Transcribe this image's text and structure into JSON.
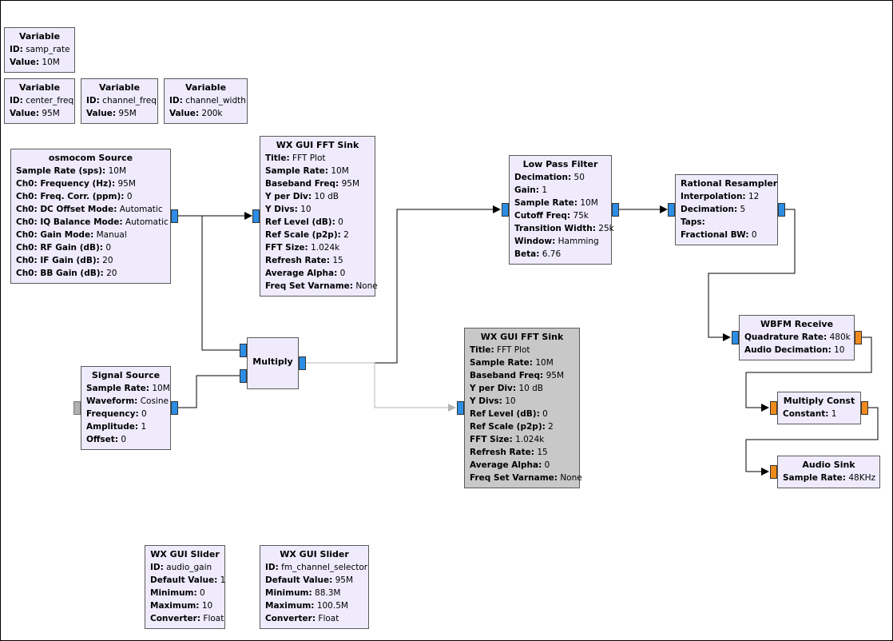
{
  "colors": {
    "block_fill": "#efebfd",
    "disabled_block_fill": "#c8c8c8",
    "complex_port": "#2c8de4",
    "float_port": "#f08a1c",
    "disabled_connection": "#b4b4b4"
  },
  "blocks": {
    "var_samp_rate": {
      "title": "Variable",
      "params": [
        {
          "k": "ID:",
          "v": "samp_rate"
        },
        {
          "k": "Value:",
          "v": "10M"
        }
      ]
    },
    "var_center_freq": {
      "title": "Variable",
      "params": [
        {
          "k": "ID:",
          "v": "center_freq"
        },
        {
          "k": "Value:",
          "v": "95M"
        }
      ]
    },
    "var_channel_freq": {
      "title": "Variable",
      "params": [
        {
          "k": "ID:",
          "v": "channel_freq"
        },
        {
          "k": "Value:",
          "v": "95M"
        }
      ]
    },
    "var_channel_width": {
      "title": "Variable",
      "params": [
        {
          "k": "ID:",
          "v": "channel_width"
        },
        {
          "k": "Value:",
          "v": "200k"
        }
      ]
    },
    "osmocom_source": {
      "title": "osmocom Source",
      "params": [
        {
          "k": "Sample Rate (sps):",
          "v": "10M"
        },
        {
          "k": "Ch0: Frequency (Hz):",
          "v": "95M"
        },
        {
          "k": "Ch0: Freq. Corr. (ppm):",
          "v": "0"
        },
        {
          "k": "Ch0: DC Offset Mode:",
          "v": "Automatic"
        },
        {
          "k": "Ch0: IQ Balance Mode:",
          "v": "Automatic"
        },
        {
          "k": "Ch0: Gain Mode:",
          "v": "Manual"
        },
        {
          "k": "Ch0: RF Gain (dB):",
          "v": "0"
        },
        {
          "k": "Ch0: IF Gain (dB):",
          "v": "20"
        },
        {
          "k": "Ch0: BB Gain (dB):",
          "v": "20"
        }
      ]
    },
    "fft_sink_1": {
      "title": "WX GUI FFT Sink",
      "params": [
        {
          "k": "Title:",
          "v": "FFT Plot"
        },
        {
          "k": "Sample Rate:",
          "v": "10M"
        },
        {
          "k": "Baseband Freq:",
          "v": "95M"
        },
        {
          "k": "Y per Div:",
          "v": "10 dB"
        },
        {
          "k": "Y Divs:",
          "v": "10"
        },
        {
          "k": "Ref Level (dB):",
          "v": "0"
        },
        {
          "k": "Ref Scale (p2p):",
          "v": "2"
        },
        {
          "k": "FFT Size:",
          "v": "1.024k"
        },
        {
          "k": "Refresh Rate:",
          "v": "15"
        },
        {
          "k": "Average Alpha:",
          "v": "0"
        },
        {
          "k": "Freq Set Varname:",
          "v": "None"
        }
      ]
    },
    "signal_source": {
      "title": "Signal Source",
      "params": [
        {
          "k": "Sample Rate:",
          "v": "10M"
        },
        {
          "k": "Waveform:",
          "v": "Cosine"
        },
        {
          "k": "Frequency:",
          "v": "0"
        },
        {
          "k": "Amplitude:",
          "v": "1"
        },
        {
          "k": "Offset:",
          "v": "0"
        }
      ]
    },
    "multiply": {
      "title": "Multiply",
      "params": []
    },
    "low_pass_filter": {
      "title": "Low Pass Filter",
      "params": [
        {
          "k": "Decimation:",
          "v": "50"
        },
        {
          "k": "Gain:",
          "v": "1"
        },
        {
          "k": "Sample Rate:",
          "v": "10M"
        },
        {
          "k": "Cutoff Freq:",
          "v": "75k"
        },
        {
          "k": "Transition Width:",
          "v": "25k"
        },
        {
          "k": "Window:",
          "v": "Hamming"
        },
        {
          "k": "Beta:",
          "v": "6.76"
        }
      ]
    },
    "fft_sink_2": {
      "title": "WX GUI FFT Sink",
      "params": [
        {
          "k": "Title:",
          "v": "FFT Plot"
        },
        {
          "k": "Sample Rate:",
          "v": "10M"
        },
        {
          "k": "Baseband Freq:",
          "v": "95M"
        },
        {
          "k": "Y per Div:",
          "v": "10 dB"
        },
        {
          "k": "Y Divs:",
          "v": "10"
        },
        {
          "k": "Ref Level (dB):",
          "v": "0"
        },
        {
          "k": "Ref Scale (p2p):",
          "v": "2"
        },
        {
          "k": "FFT Size:",
          "v": "1.024k"
        },
        {
          "k": "Refresh Rate:",
          "v": "15"
        },
        {
          "k": "Average Alpha:",
          "v": "0"
        },
        {
          "k": "Freq Set Varname:",
          "v": "None"
        }
      ]
    },
    "rational_resampler": {
      "title": "Rational Resampler",
      "params": [
        {
          "k": "Interpolation:",
          "v": "12"
        },
        {
          "k": "Decimation:",
          "v": "5"
        },
        {
          "k": "Taps:",
          "v": ""
        },
        {
          "k": "Fractional BW:",
          "v": "0"
        }
      ]
    },
    "wbfm_receive": {
      "title": "WBFM Receive",
      "params": [
        {
          "k": "Quadrature Rate:",
          "v": "480k"
        },
        {
          "k": "Audio Decimation:",
          "v": "10"
        }
      ]
    },
    "multiply_const": {
      "title": "Multiply Const",
      "params": [
        {
          "k": "Constant:",
          "v": "1"
        }
      ]
    },
    "audio_sink": {
      "title": "Audio Sink",
      "params": [
        {
          "k": "Sample Rate:",
          "v": "48KHz"
        }
      ]
    },
    "slider_audio_gain": {
      "title": "WX GUI Slider",
      "params": [
        {
          "k": "ID:",
          "v": "audio_gain"
        },
        {
          "k": "Default Value:",
          "v": "1"
        },
        {
          "k": "Minimum:",
          "v": "0"
        },
        {
          "k": "Maximum:",
          "v": "10"
        },
        {
          "k": "Converter:",
          "v": "Float"
        }
      ]
    },
    "slider_fm_channel": {
      "title": "WX GUI Slider",
      "params": [
        {
          "k": "ID:",
          "v": "fm_channel_selector"
        },
        {
          "k": "Default Value:",
          "v": "95M"
        },
        {
          "k": "Minimum:",
          "v": "88.3M"
        },
        {
          "k": "Maximum:",
          "v": "100.5M"
        },
        {
          "k": "Converter:",
          "v": "Float"
        }
      ]
    }
  }
}
